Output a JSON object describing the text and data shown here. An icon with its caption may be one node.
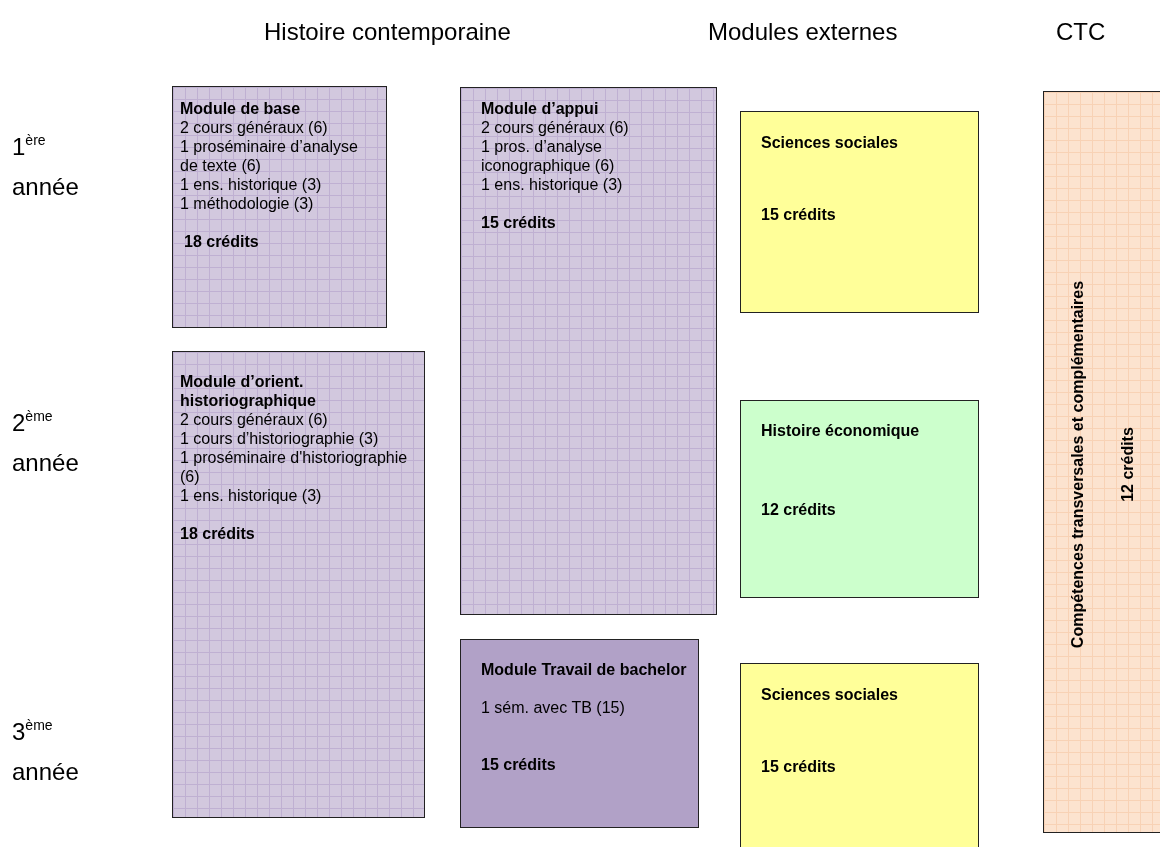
{
  "diagram": {
    "nodes": [
      {
        "text": [
          "Module de base",
          "2 cours généraux (6)",
          "1 proséminaire d’analyse de texte (6)",
          "1 ens. historique (3)",
          "1 méthodologie (3)",
          "18 crédits"
        ]
      },
      {
        "text": [
          "Module d’appui",
          "2 cours généraux (6)",
          "1 pros. d’analyse iconographique (6)",
          "1 ens. historique (3)",
          "15 crédits"
        ]
      },
      {
        "text": [
          "Sciences sociales",
          "15 crédits"
        ]
      },
      {
        "text": [
          "Compétences transversales et complémentaires",
          "12 crédits"
        ]
      },
      {
        "text": [
          "Module d’orient. historiographique",
          "2 cours généraux (6)",
          "1 cours d’historiographie (3)",
          "1 proséminaire d'historiographie (6)",
          "1 ens. historique (3)",
          "18 crédits"
        ]
      },
      {
        "text": [
          "Histoire économique",
          "12 crédits"
        ]
      },
      {
        "text": [
          "Module Travail de bachelor",
          "1 sém. avec TB (15)",
          "15 crédits"
        ]
      },
      {
        "text": [
          "Sciences sociales",
          "15 crédits"
        ]
      }
    ],
    "labels": [
      "Histoire contemporaine",
      "Modules externes",
      "CTC",
      "1$^{ère}$ année",
      "2$^{ème}$ année",
      "3$^{ème}$ année"
    ]
  }
}
